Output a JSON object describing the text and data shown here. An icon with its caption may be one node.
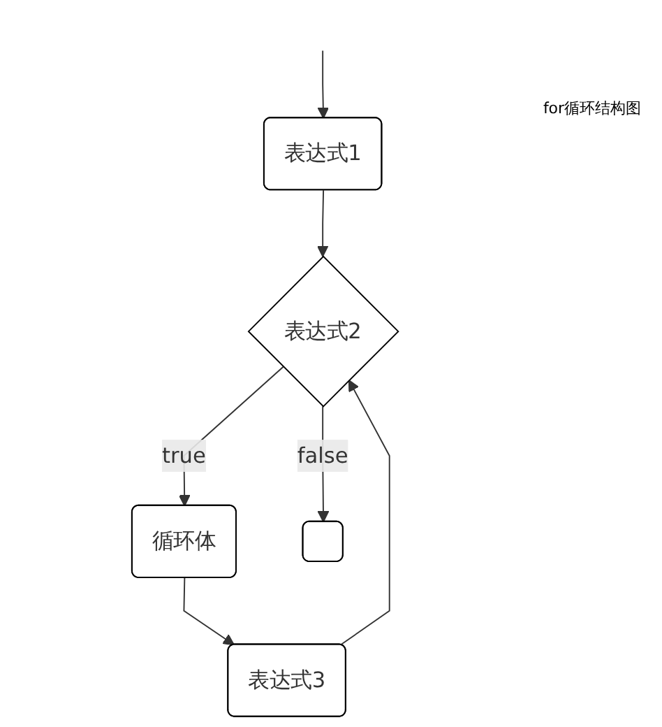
{
  "diagram": {
    "nodes": [
      {
        "text": [
          "表达式1"
        ]
      },
      {
        "text": [
          "表达式2"
        ]
      },
      {
        "text": [
          "循环体"
        ]
      },
      {
        "text": [
          "表达式3"
        ]
      },
      {
        "text": [],
        "shape": "box"
      }
    ],
    "edges": [
      {
        "from": null,
        "to": 0,
        "arrow": "to"
      },
      {
        "from": 0,
        "to": 1,
        "arrow": "to"
      },
      {
        "from": 1,
        "to": 2,
        "arrow": "to",
        "label": "true"
      },
      {
        "from": 2,
        "to": 3,
        "arrow": "to"
      },
      {
        "from": 3,
        "to": 1,
        "arrow": "to"
      },
      {
        "from": 1,
        "to": 4,
        "arrow": "to",
        "label": "false"
      }
    ],
    "labels": [
      "for循环结构图"
    ]
  }
}
